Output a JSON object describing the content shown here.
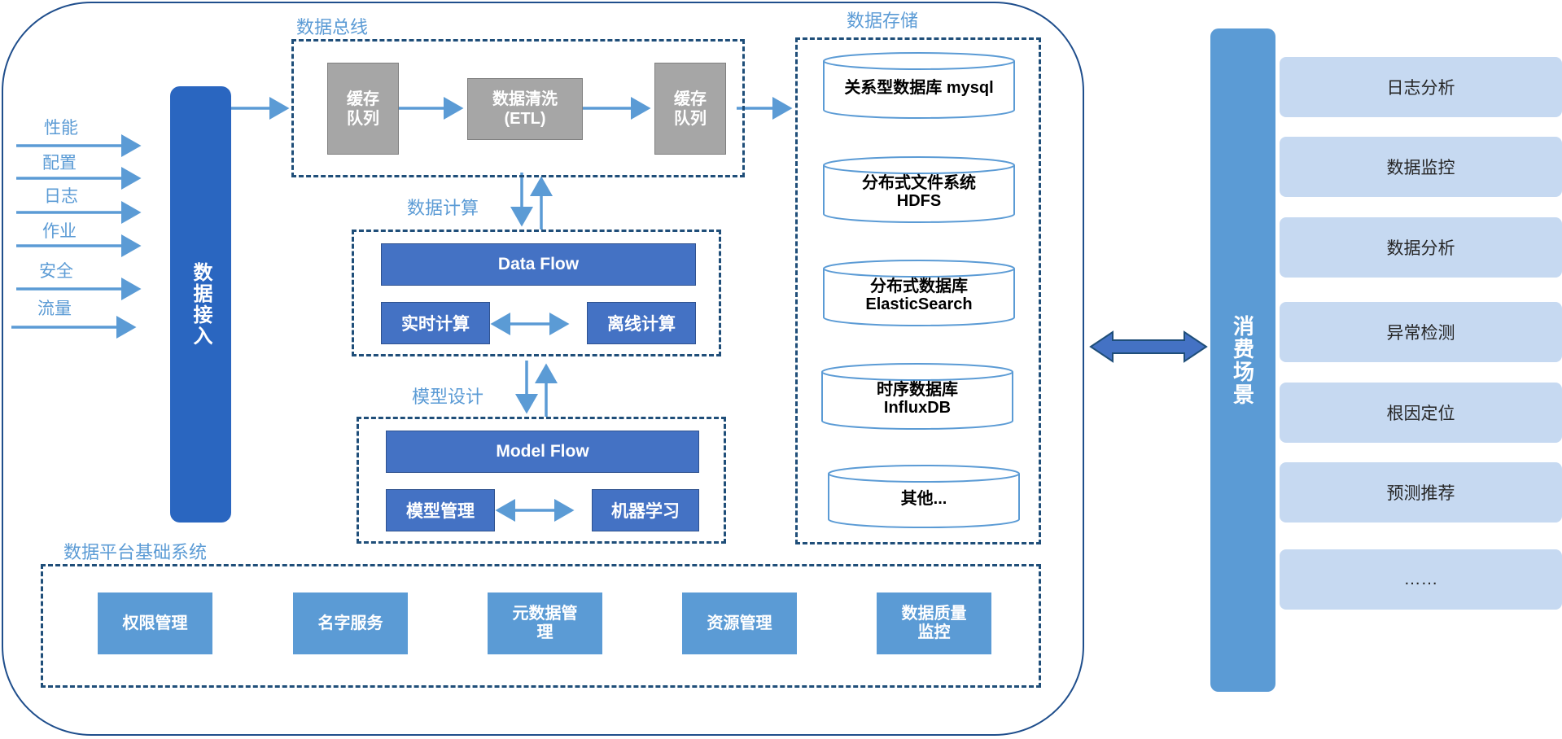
{
  "sections": {
    "data_bus": "数据总线",
    "data_storage": "数据存储",
    "data_compute": "数据计算",
    "model_design": "模型设计",
    "platform_base": "数据平台基础系统"
  },
  "sources": [
    "性能",
    "配置",
    "日志",
    "作业",
    "安全",
    "流量"
  ],
  "intake": "数据接入",
  "bus": {
    "cache_queue_1": "缓存\n队列",
    "cleaning": "数据清洗\n(ETL)",
    "cache_queue_2": "缓存\n队列"
  },
  "compute": {
    "data_flow": "Data Flow",
    "realtime": "实时计算",
    "offline": "离线计算"
  },
  "model": {
    "model_flow": "Model Flow",
    "model_mgmt": "模型管理",
    "ml": "机器学习"
  },
  "storage": [
    "关系型数据库 mysql",
    "分布式文件系统\nHDFS",
    "分布式数据库\nElasticSearch",
    "时序数据库\nInfluxDB",
    "其他..."
  ],
  "platform": [
    "权限管理",
    "名字服务",
    "元数据管\n理",
    "资源管理",
    "数据质量\n监控"
  ],
  "consume": "消费场景",
  "scenarios": [
    "日志分析",
    "数据监控",
    "数据分析",
    "异常检测",
    "根因定位",
    "预测推荐",
    "……"
  ],
  "colors": {
    "dark_border": "#1f4e79",
    "section_text": "#5b9bd5",
    "intake_blue": "#2a66c0",
    "flow_blue": "#4472c4",
    "arrow_blue": "#5b9bd5",
    "scenario_fill": "#c6d9f1",
    "grey_box": "#a6a6a6"
  }
}
